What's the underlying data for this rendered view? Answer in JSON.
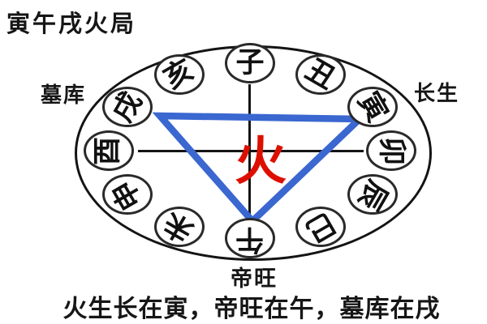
{
  "title": "寅午戌火局",
  "caption": "火生长在寅，帝旺在午，墓库在戌",
  "center_element": "火",
  "colors": {
    "triangle": "#3a67d0",
    "element": "#dd1000",
    "line": "#141414"
  },
  "diagram": {
    "branches": [
      {
        "label": "子",
        "deg": 0
      },
      {
        "label": "丑",
        "deg": 30
      },
      {
        "label": "寅",
        "deg": 60
      },
      {
        "label": "卯",
        "deg": 90
      },
      {
        "label": "辰",
        "deg": 120
      },
      {
        "label": "巳",
        "deg": 150
      },
      {
        "label": "午",
        "deg": 180
      },
      {
        "label": "未",
        "deg": 210
      },
      {
        "label": "申",
        "deg": 240
      },
      {
        "label": "酉",
        "deg": 270
      },
      {
        "label": "戌",
        "deg": 300
      },
      {
        "label": "亥",
        "deg": 330
      }
    ],
    "stage_labels": [
      {
        "text": "墓库",
        "position": "top-left"
      },
      {
        "text": "长生",
        "position": "top-right"
      },
      {
        "text": "帝旺",
        "position": "bottom"
      }
    ],
    "triangle_vertices": [
      "寅",
      "午",
      "戌"
    ]
  }
}
